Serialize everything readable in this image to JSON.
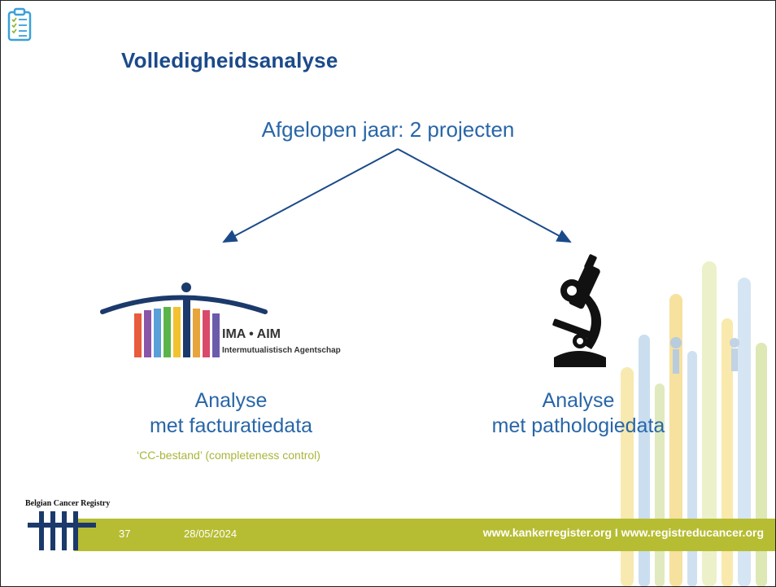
{
  "header": {
    "title": "Volledigheidsanalyse",
    "subtitle": "Afgelopen jaar: 2 projecten"
  },
  "left_column": {
    "logo_text_main": "IMA • AIM",
    "logo_text_sub": "Intermutualistisch Agentschap",
    "line1": "Analyse",
    "line2": "met facturatiedata",
    "note": "‘CC-bestand’ (completeness control)"
  },
  "right_column": {
    "line1": "Analyse",
    "line2": "met pathologiedata"
  },
  "footer": {
    "org_label": "Belgian Cancer Registry",
    "slide_number": "37",
    "date": "28/05/2024",
    "urls": "www.kankerregister.org  I  www.registreducancer.org"
  },
  "colors": {
    "title": "#1b4a8a",
    "body_text": "#2866a8",
    "note": "#a9b63a",
    "footer_bar": "#b6bd33"
  }
}
